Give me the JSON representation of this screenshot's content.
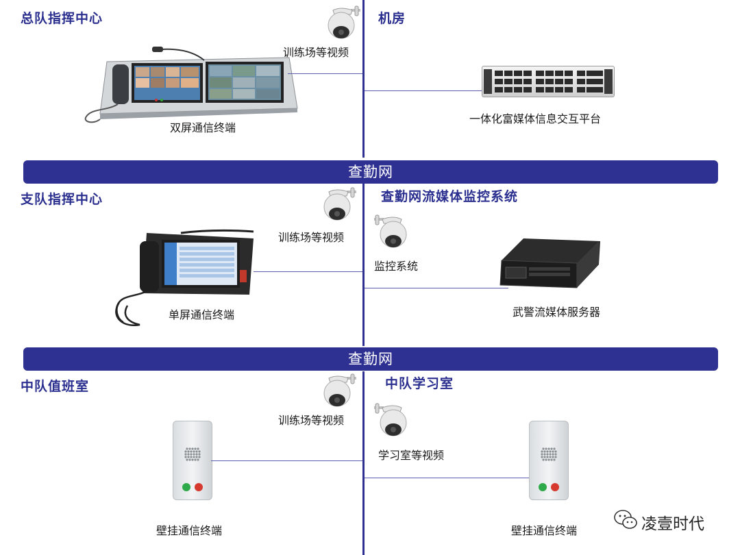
{
  "sections": {
    "hq_command": "总队指挥中心",
    "machine_room": "机房",
    "detachment_command": "支队指挥中心",
    "streaming_monitor": "查勤网流媒体监控系统",
    "squad_duty": "中队值班室",
    "squad_study": "中队学习室"
  },
  "networks": {
    "band1": "查勤网",
    "band2": "查勤网"
  },
  "devices": {
    "dual_screen_terminal": "双屏通信终端",
    "converged_media_platform": "一体化富媒体信息交互平台",
    "single_screen_terminal": "单屏通信终端",
    "police_streaming_server": "武警流媒体服务器",
    "wall_terminal_left": "壁挂通信终端",
    "wall_terminal_right": "壁挂通信终端"
  },
  "cameras": {
    "cam_hq": "训练场等视频",
    "cam_detachment": "训练场等视频",
    "cam_monitor": "监控系统",
    "cam_squad_training": "训练场等视频",
    "cam_squad_study": "学习室等视频"
  },
  "watermark": {
    "text": "凌壹时代",
    "icon": "wechat-icon"
  },
  "colors": {
    "network_band": "#2e3192",
    "title_text": "#2a2f8f",
    "trunk_line": "#2e3192"
  }
}
